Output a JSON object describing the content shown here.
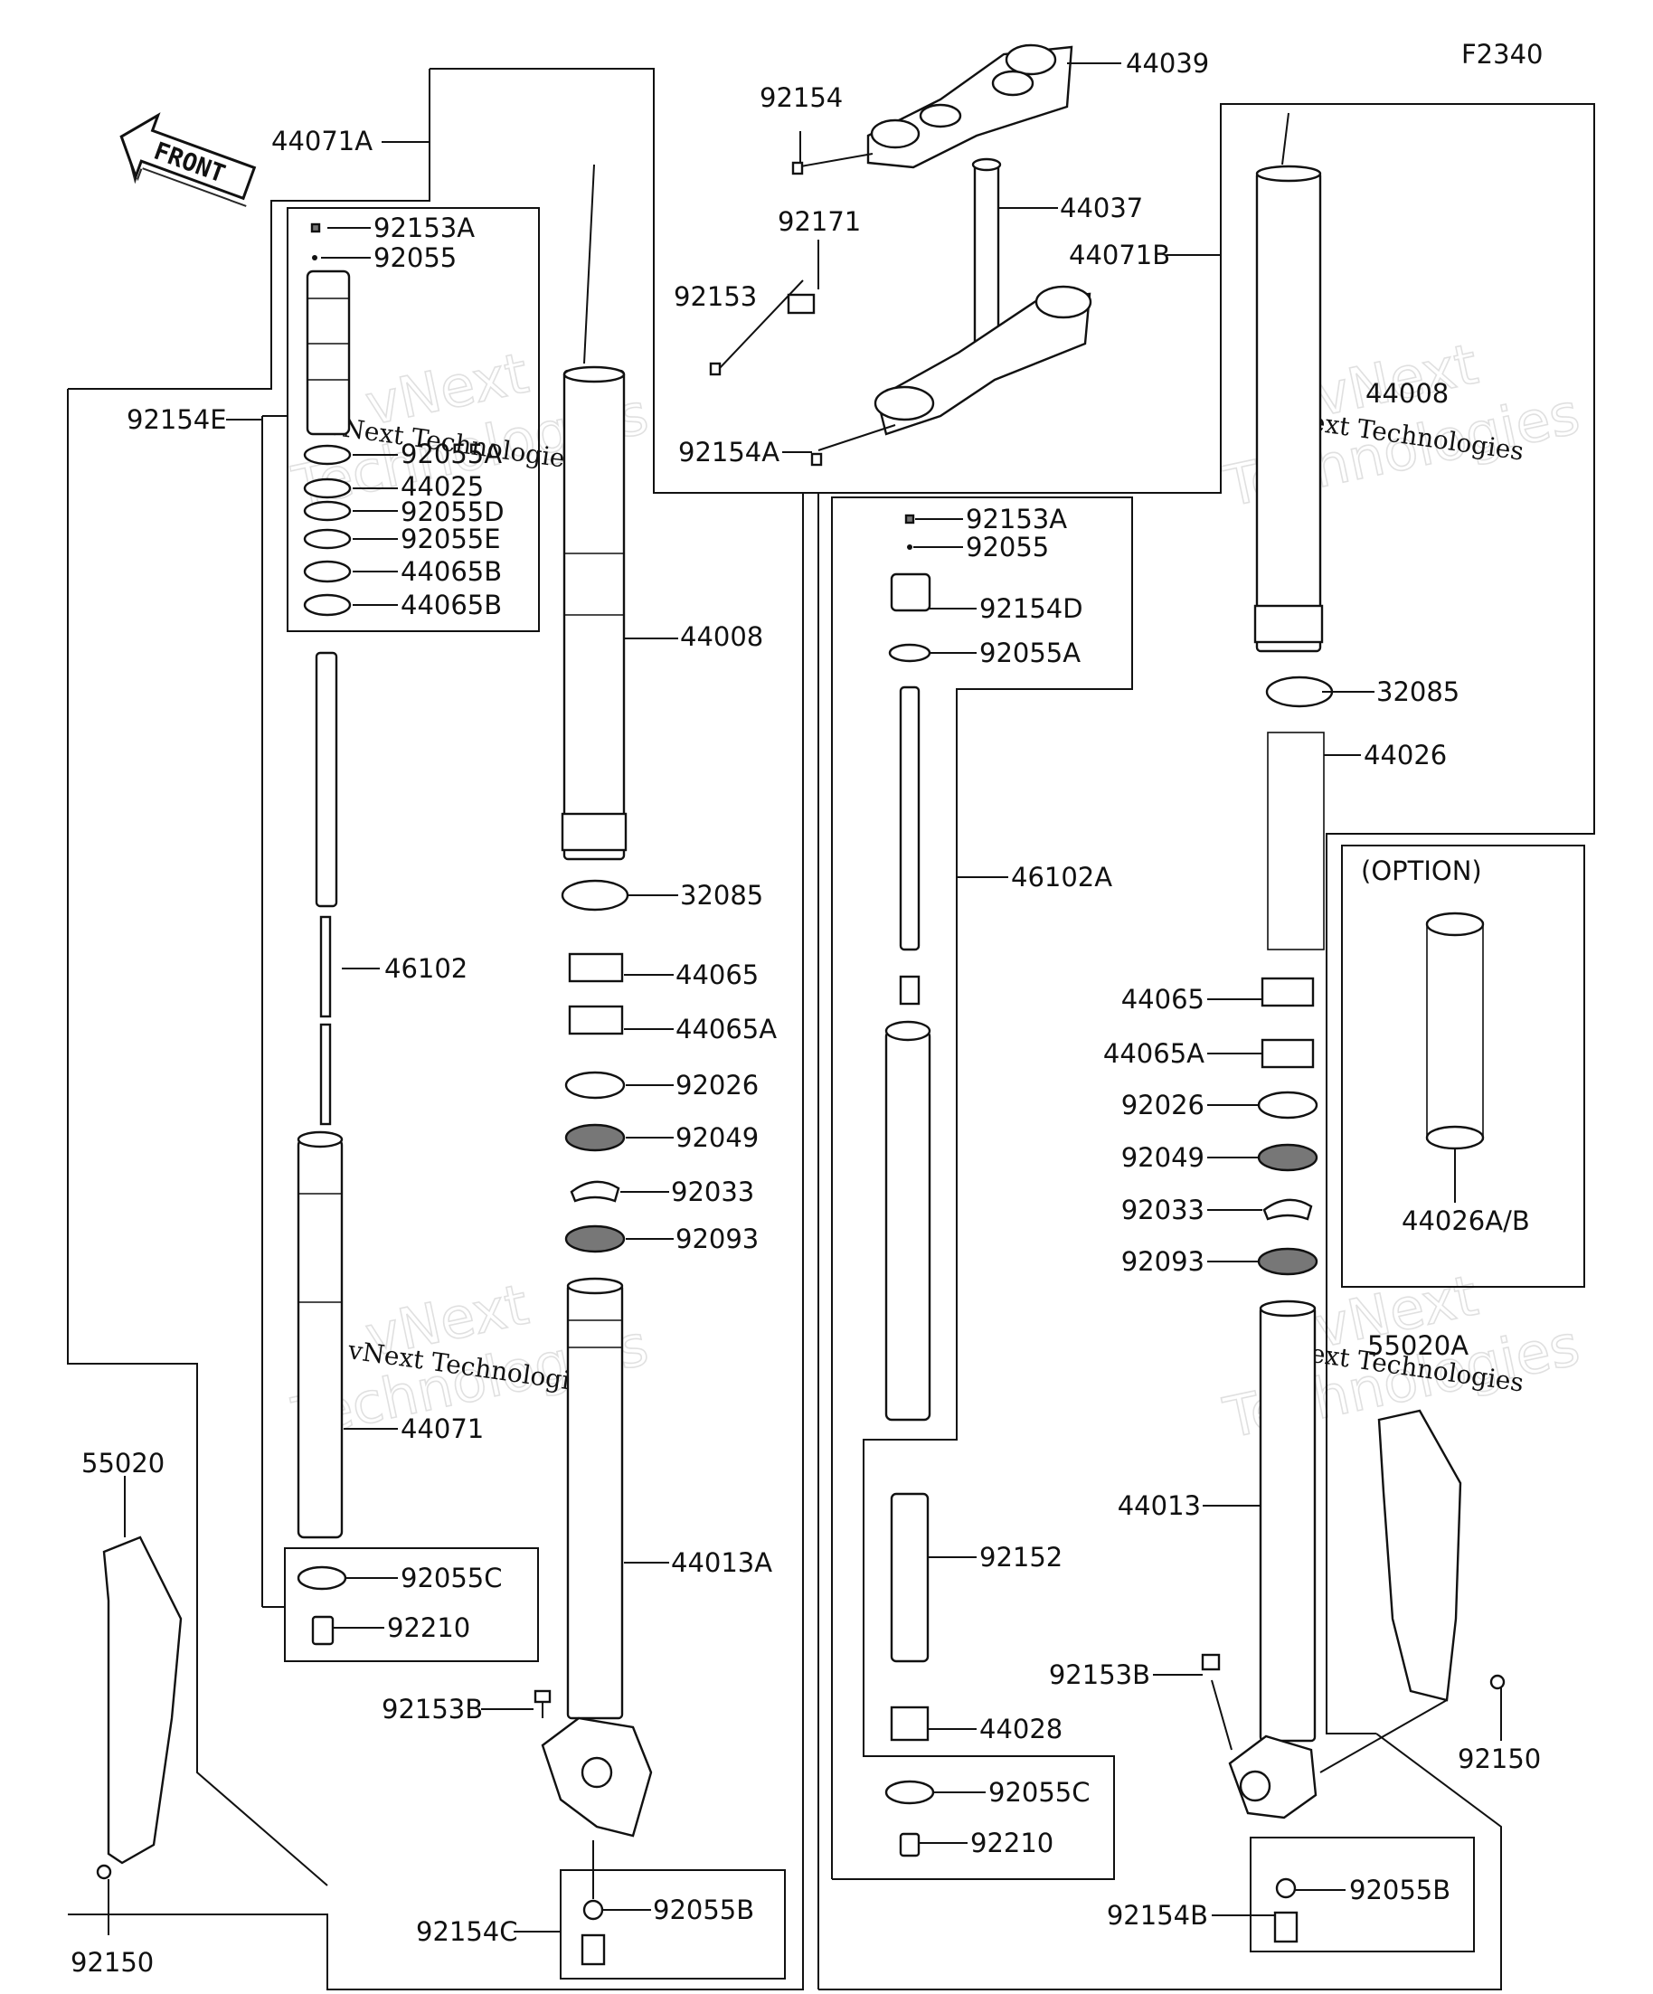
{
  "diagram_code": "F2340",
  "front_label": "FRONT",
  "option_label": "(OPTION)",
  "watermark": {
    "line1": "vNext Technologies",
    "big_line1": "vNext",
    "big_line2": "Technologies"
  },
  "labels": {
    "p44039": "44039",
    "p92154": "92154",
    "p44037": "44037",
    "p92171": "92171",
    "p92153": "92153",
    "p92154A": "92154A",
    "p44071A": "44071A",
    "p44071B": "44071B",
    "p44008_top_right": "44008",
    "p92153A_left": "92153A",
    "p92055_left": "92055",
    "p92154E": "92154E",
    "p92055A_left": "92055A",
    "p44025": "44025",
    "p92055D": "92055D",
    "p92055E": "92055E",
    "p44065B_1": "44065B",
    "p44065B_2": "44065B",
    "p44008_left": "44008",
    "p32085_left": "32085",
    "p46102": "46102",
    "p44065_left": "44065",
    "p44065A_left": "44065A",
    "p92026_left": "92026",
    "p92049_left": "92049",
    "p92033_left": "92033",
    "p92093_left": "92093",
    "p44071": "44071",
    "p44013A": "44013A",
    "p55020": "55020",
    "p92055C_left": "92055C",
    "p92210_left": "92210",
    "p92153B_left": "92153B",
    "p92154C": "92154C",
    "p92055B_left": "92055B",
    "p92150_left": "92150",
    "p92153A_right": "92153A",
    "p92055_right": "92055",
    "p92154D": "92154D",
    "p92055A_right": "92055A",
    "p46102A": "46102A",
    "p92152": "92152",
    "p44028": "44028",
    "p92055C_right": "92055C",
    "p92210_right": "92210",
    "p32085_right": "32085",
    "p44026": "44026",
    "p44065_right": "44065",
    "p44065A_right": "44065A",
    "p92026_right": "92026",
    "p92049_right": "92049",
    "p92033_right": "92033",
    "p92093_right": "92093",
    "p44026AB": "44026A/B",
    "p55020A": "55020A",
    "p44013": "44013",
    "p92153B_right": "92153B",
    "p92150_right": "92150",
    "p92154B": "92154B",
    "p92055B_right": "92055B"
  }
}
